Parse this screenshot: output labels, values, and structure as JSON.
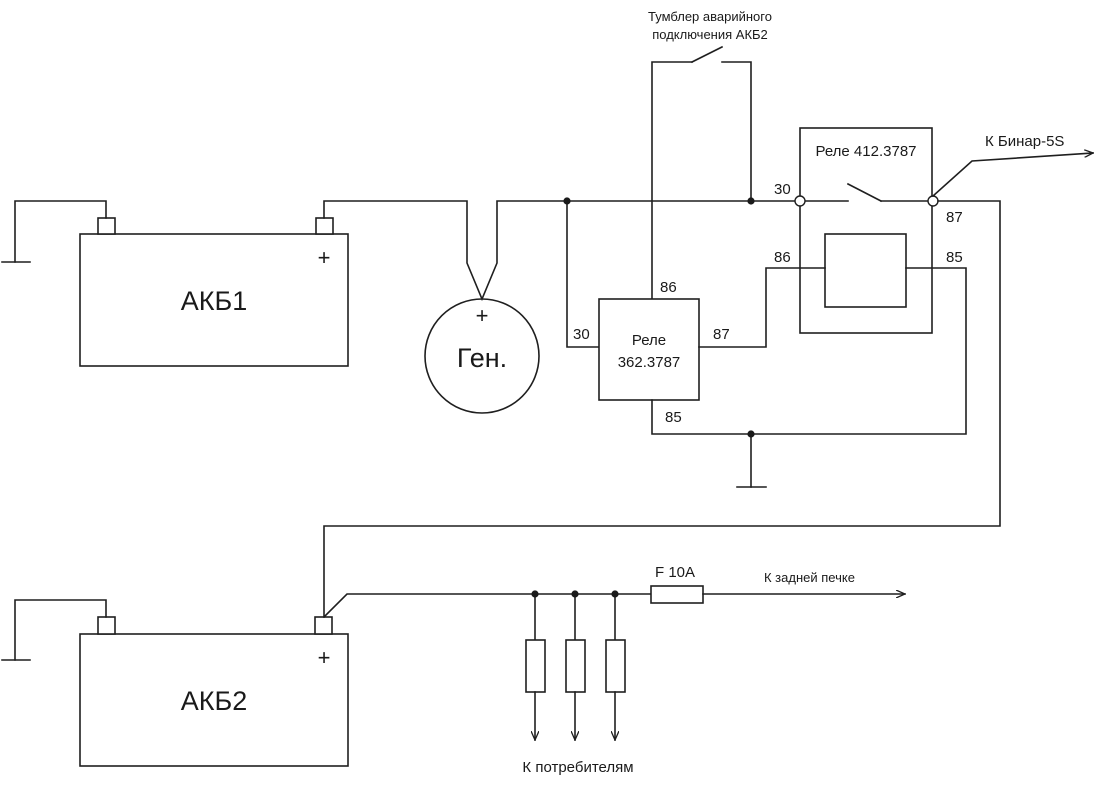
{
  "battery1": {
    "label": "АКБ1",
    "plus": "+"
  },
  "battery2": {
    "label": "АКБ2",
    "plus": "+"
  },
  "generator": {
    "label": "Ген.",
    "plus": "+"
  },
  "toggle_switch": {
    "label_line1": "Тумблер аварийного",
    "label_line2": "подключения АКБ2"
  },
  "relay_362": {
    "label_line1": "Реле",
    "label_line2": "362.3787",
    "pin_30": "30",
    "pin_86": "86",
    "pin_87": "87",
    "pin_85": "85"
  },
  "relay_412": {
    "label": "Реле 412.3787",
    "pin_30": "30",
    "pin_87": "87",
    "pin_86": "86",
    "pin_85": "85"
  },
  "binar_output": {
    "label": "К Бинар-5S"
  },
  "fuse": {
    "label": "F 10A"
  },
  "rear_heater_output": {
    "label": "К задней печке"
  },
  "consumers_output": {
    "label": "К потребителям"
  }
}
